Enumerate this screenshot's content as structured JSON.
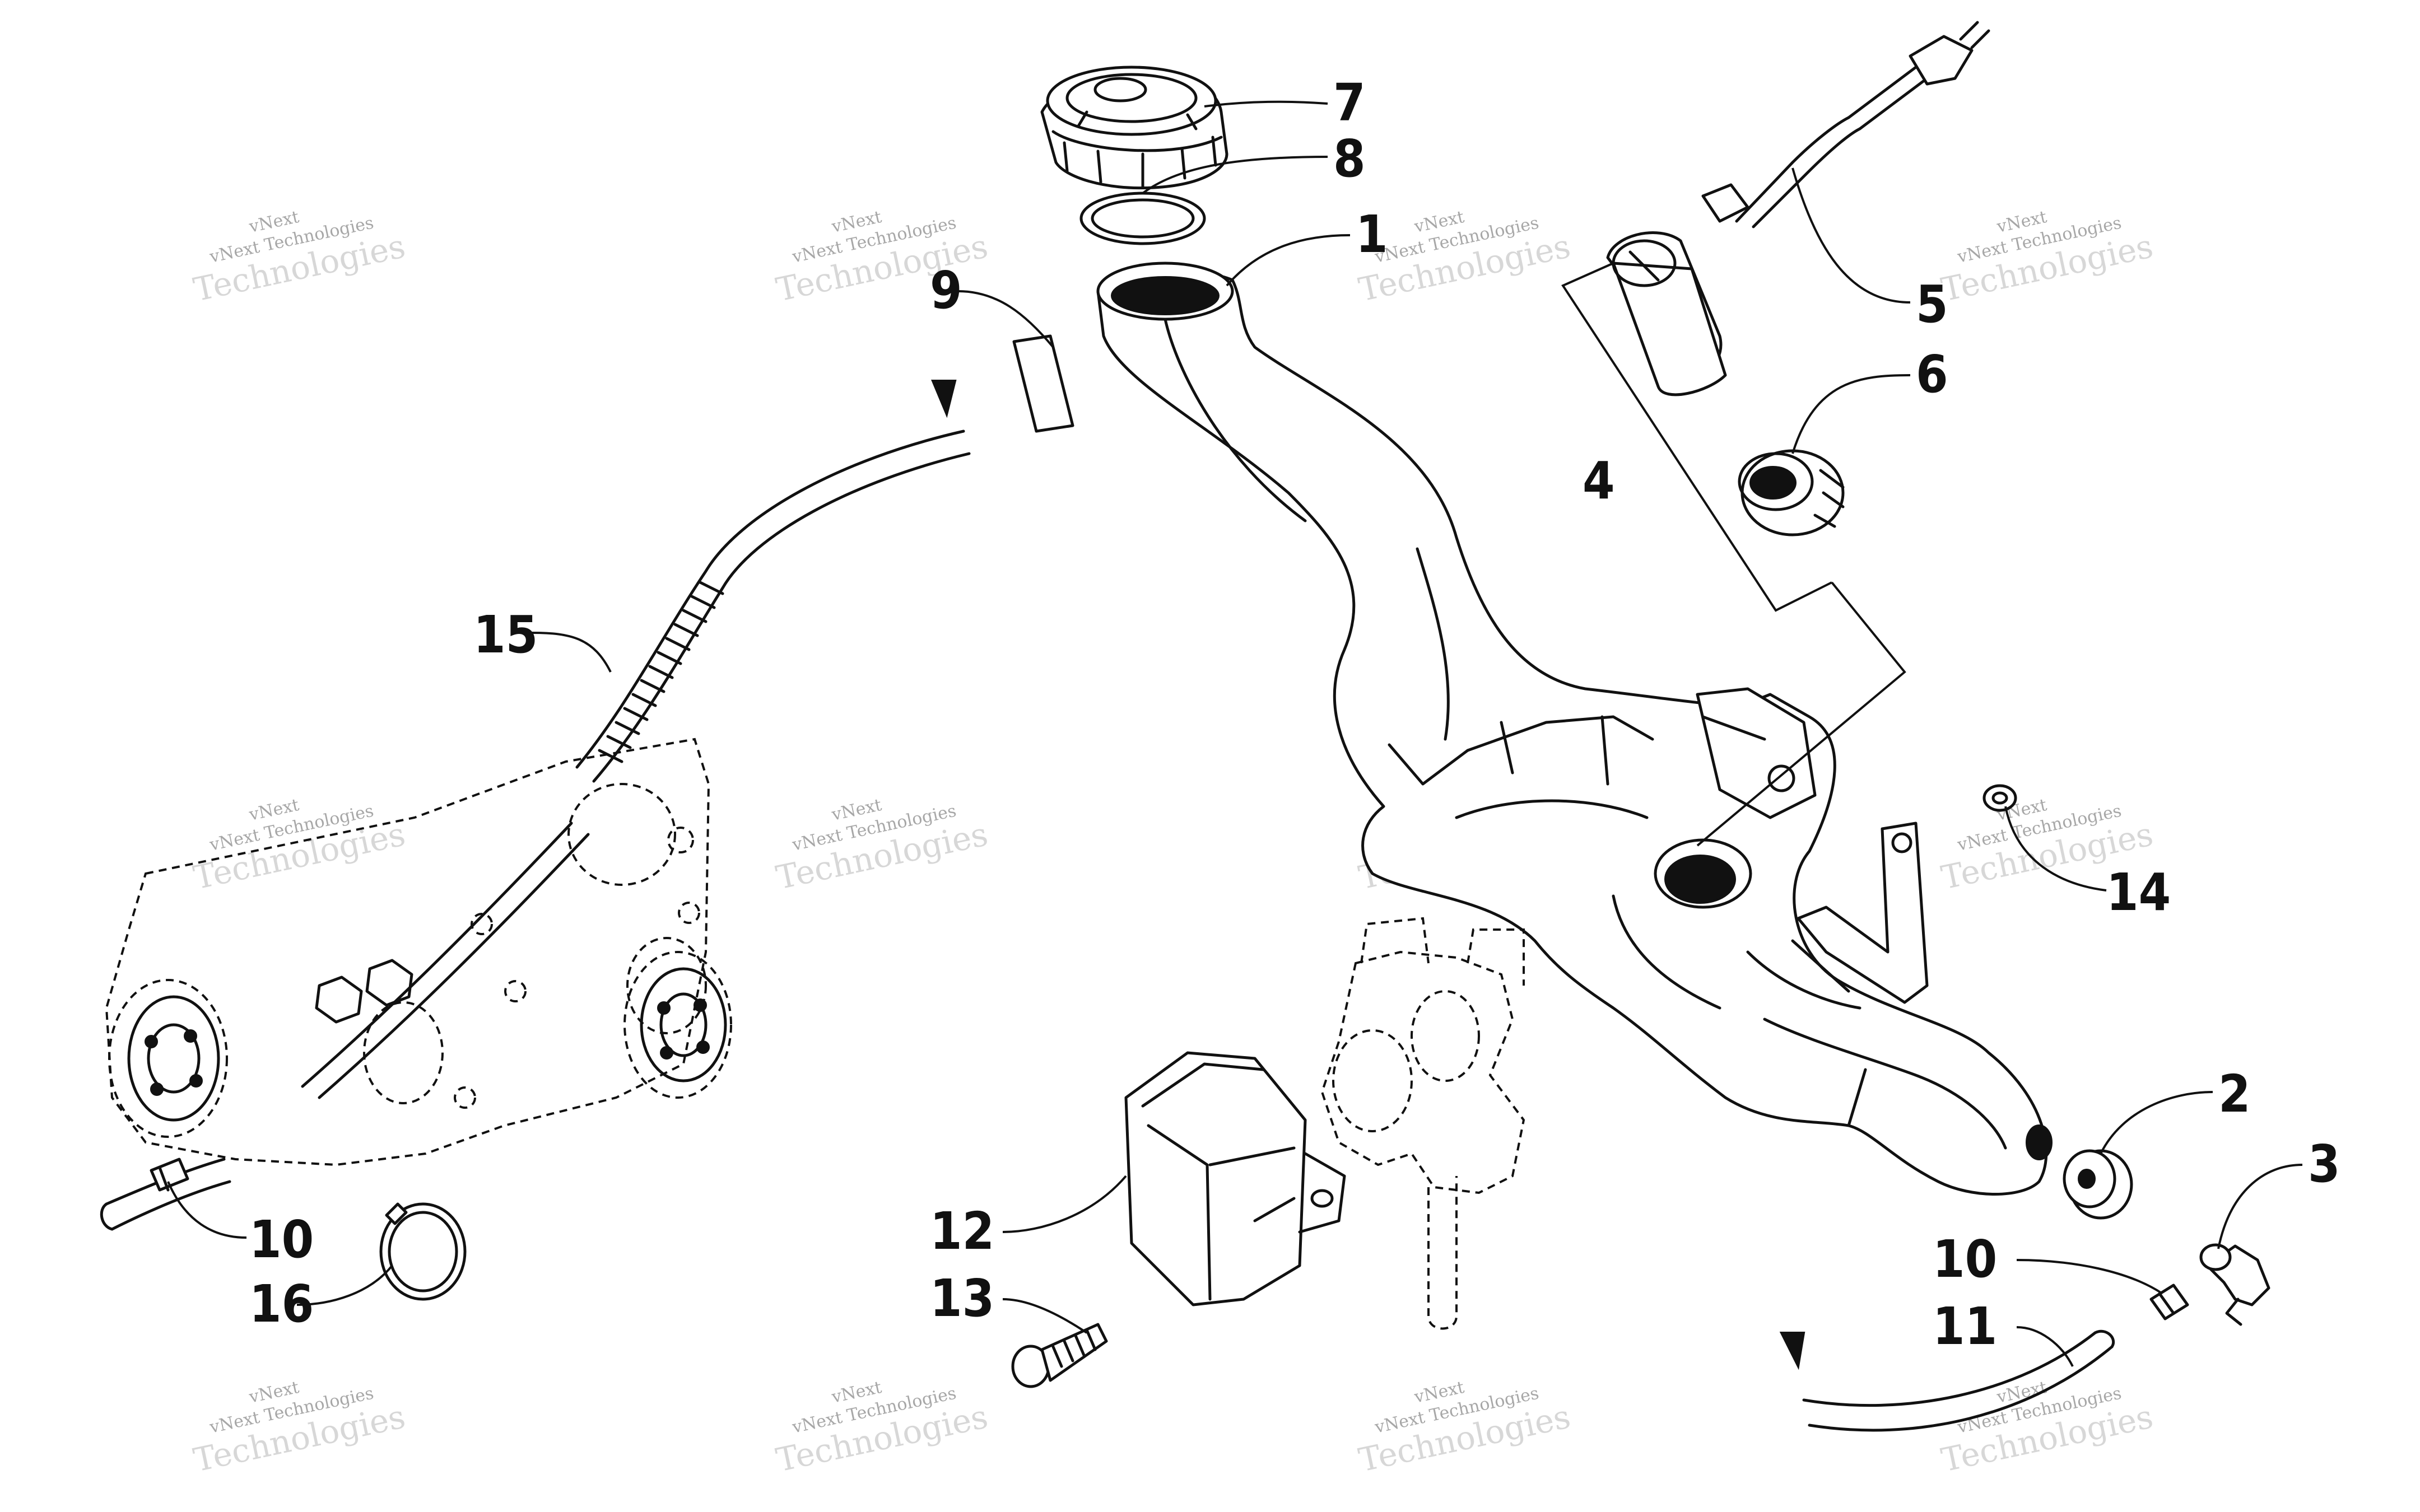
{
  "callouts": [
    {
      "id": "1",
      "label": "1"
    },
    {
      "id": "2",
      "label": "2"
    },
    {
      "id": "3",
      "label": "3"
    },
    {
      "id": "4",
      "label": "4"
    },
    {
      "id": "5",
      "label": "5"
    },
    {
      "id": "6",
      "label": "6"
    },
    {
      "id": "7",
      "label": "7"
    },
    {
      "id": "8",
      "label": "8"
    },
    {
      "id": "9",
      "label": "9"
    },
    {
      "id": "10a",
      "label": "10"
    },
    {
      "id": "10b",
      "label": "10"
    },
    {
      "id": "11",
      "label": "11"
    },
    {
      "id": "12",
      "label": "12"
    },
    {
      "id": "13",
      "label": "13"
    },
    {
      "id": "14",
      "label": "14"
    },
    {
      "id": "15",
      "label": "15"
    },
    {
      "id": "16",
      "label": "16"
    }
  ],
  "watermark": {
    "line1": "vNext",
    "line2": "vNext Technologies",
    "line3": "Technologies"
  }
}
